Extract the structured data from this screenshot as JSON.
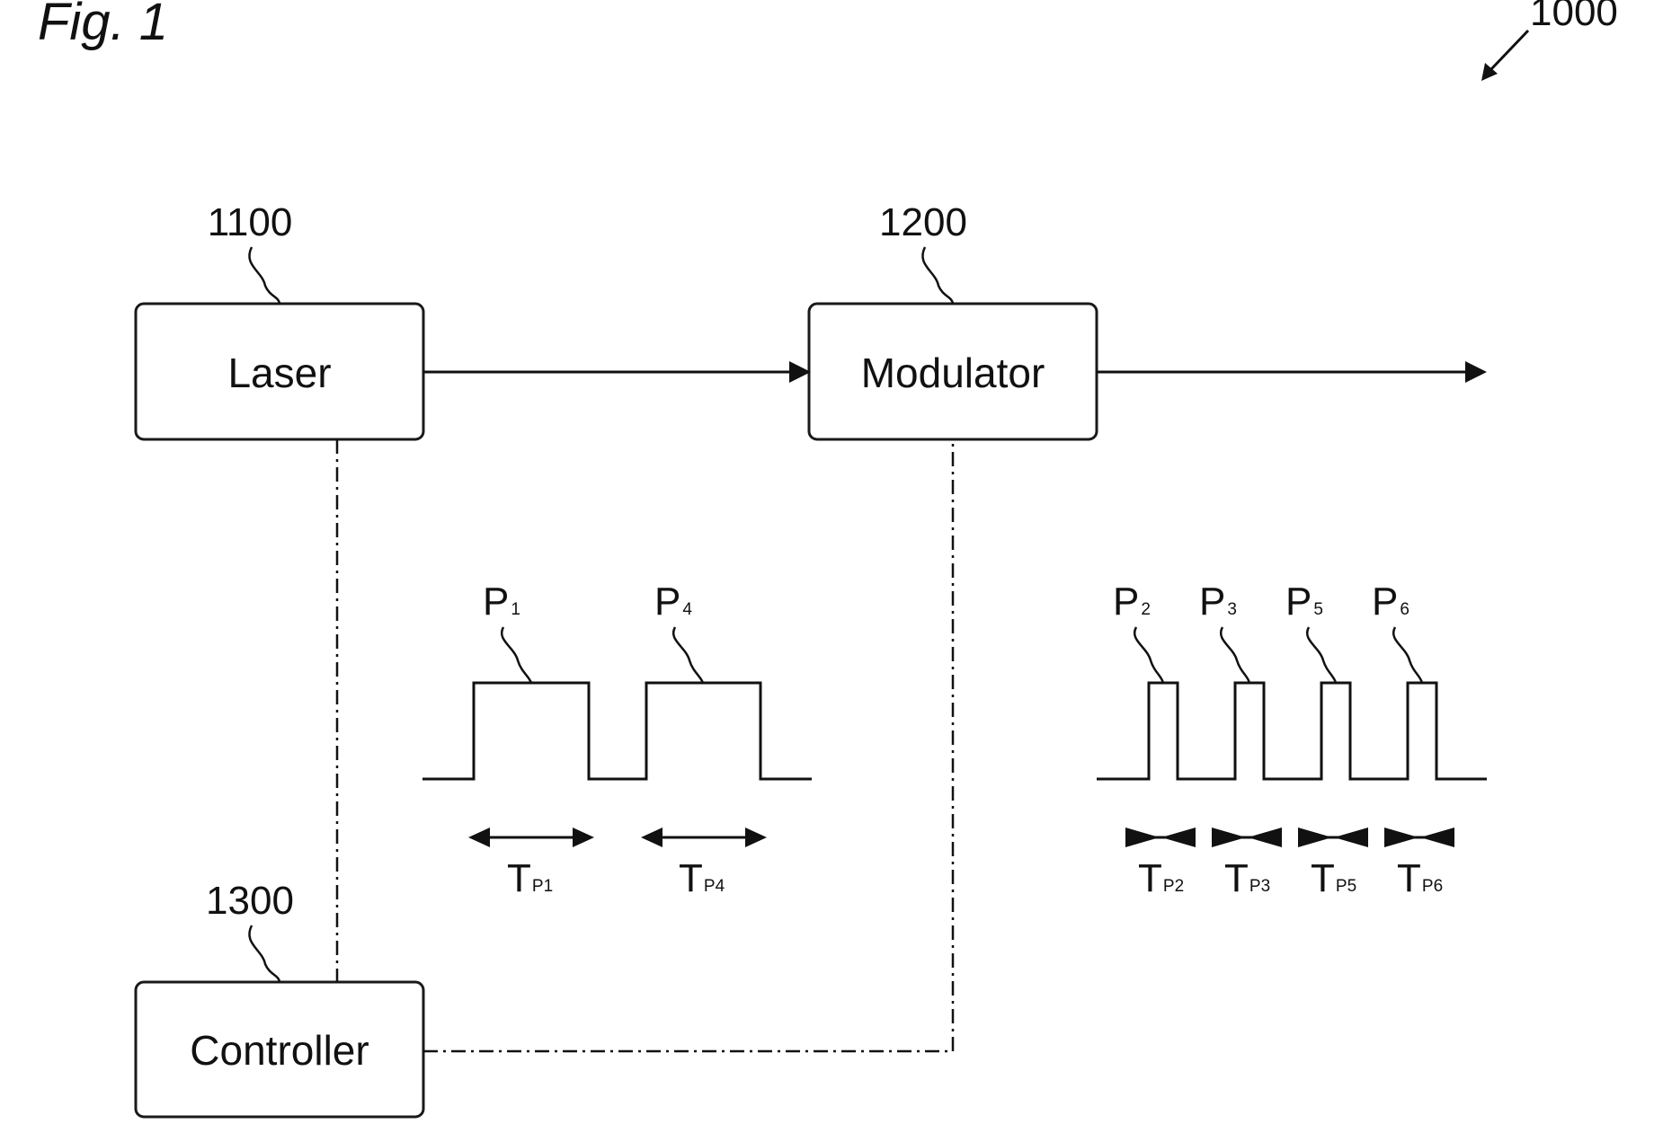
{
  "figure": {
    "title": "Fig. 1",
    "ref": "1000"
  },
  "blocks": {
    "laser": {
      "label": "Laser",
      "ref": "1100"
    },
    "modulator": {
      "label": "Modulator",
      "ref": "1200"
    },
    "controller": {
      "label": "Controller",
      "ref": "1300"
    }
  },
  "pulses_input": [
    {
      "symbol": "P",
      "index": "1",
      "period_symbol": "T",
      "period_index": "P1"
    },
    {
      "symbol": "P",
      "index": "4",
      "period_symbol": "T",
      "period_index": "P4"
    }
  ],
  "pulses_output": [
    {
      "symbol": "P",
      "index": "2",
      "period_symbol": "T",
      "period_index": "P2"
    },
    {
      "symbol": "P",
      "index": "3",
      "period_symbol": "T",
      "period_index": "P3"
    },
    {
      "symbol": "P",
      "index": "5",
      "period_symbol": "T",
      "period_index": "P5"
    },
    {
      "symbol": "P",
      "index": "6",
      "period_symbol": "T",
      "period_index": "P6"
    }
  ]
}
